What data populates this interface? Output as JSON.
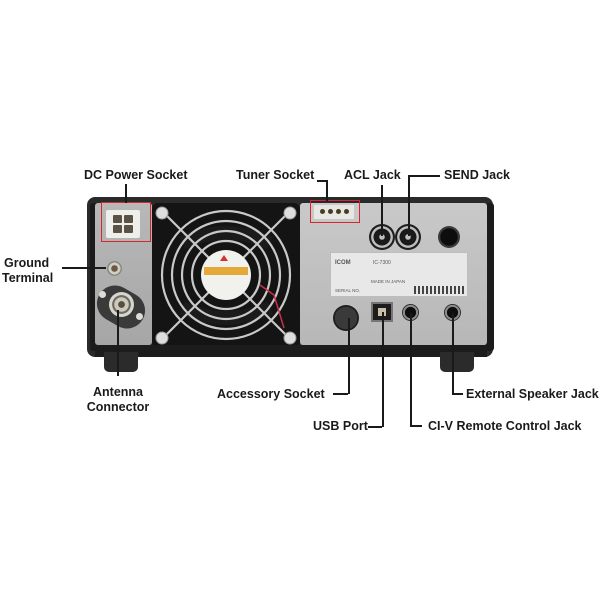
{
  "image": {
    "subject": "Transceiver rear panel",
    "model_text": "IC-7300",
    "brand_text": "ICOM",
    "plate_texts": {
      "serial": "SERIAL NO.",
      "made_in": "MADE IN JAPAN"
    },
    "colors": {
      "background": "#ffffff",
      "callout_line": "#1a1a1a",
      "highlight_box": "#d8262e",
      "chassis": "#2a2a2a",
      "panel": "#c2c2c2"
    }
  },
  "callouts": {
    "dc_power_socket": "DC Power Socket",
    "tuner_socket": "Tuner Socket",
    "acl_jack": "ACL Jack",
    "send_jack": "SEND Jack",
    "ground_terminal_line1": "Ground",
    "ground_terminal_line2": "Terminal",
    "antenna_connector_line1": "Antenna",
    "antenna_connector_line2": "Connector",
    "accessory_socket": "Accessory Socket",
    "usb_port": "USB Port",
    "ci_v_remote_control_jack": "CI-V Remote Control Jack",
    "external_speaker_jack": "External Speaker Jack"
  }
}
